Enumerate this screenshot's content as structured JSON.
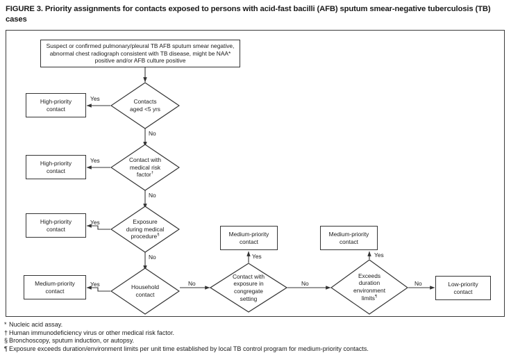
{
  "figure": {
    "title": "FIGURE 3. Priority assignments for contacts exposed to persons with acid-fast bacilli (AFB) sputum smear-negative tuberculosis (TB) cases"
  },
  "chart_data": {
    "type": "diagram",
    "diagram_kind": "flowchart",
    "title": "FIGURE 3. Priority assignments for contacts exposed to persons with acid-fast bacilli (AFB) sputum smear-negative tuberculosis (TB) cases",
    "nodes": [
      {
        "id": "start",
        "shape": "rect",
        "text": "Suspect or confirmed pulmonary/pleural TB AFB sputum smear negative, abnormal chest radiograph consistent with TB disease, might be NAA* positive and/or AFB culture positive"
      },
      {
        "id": "d1",
        "shape": "diamond",
        "text": "Contacts aged <5 yrs"
      },
      {
        "id": "r1",
        "shape": "rect",
        "text": "High-priority contact"
      },
      {
        "id": "d2",
        "shape": "diamond",
        "text": "Contact with medical risk factor†"
      },
      {
        "id": "r2",
        "shape": "rect",
        "text": "High-priority contact"
      },
      {
        "id": "d3",
        "shape": "diamond",
        "text": "Exposure during medical procedure§"
      },
      {
        "id": "r3",
        "shape": "rect",
        "text": "High-priority contact"
      },
      {
        "id": "d4",
        "shape": "diamond",
        "text": "Household contact"
      },
      {
        "id": "r4",
        "shape": "rect",
        "text": "Medium-priority contact"
      },
      {
        "id": "d5",
        "shape": "diamond",
        "text": "Contact with exposure in congregate setting"
      },
      {
        "id": "r5",
        "shape": "rect",
        "text": "Medium-priority contact"
      },
      {
        "id": "d6",
        "shape": "diamond",
        "text": "Exceeds duration environment limits¶"
      },
      {
        "id": "r6",
        "shape": "rect",
        "text": "Medium-priority contact"
      },
      {
        "id": "r7",
        "shape": "rect",
        "text": "Low-priority contact"
      }
    ],
    "edges": [
      {
        "from": "start",
        "to": "d1",
        "label": ""
      },
      {
        "from": "d1",
        "to": "r1",
        "label": "Yes"
      },
      {
        "from": "d1",
        "to": "d2",
        "label": "No"
      },
      {
        "from": "d2",
        "to": "r2",
        "label": "Yes"
      },
      {
        "from": "d2",
        "to": "d3",
        "label": "No"
      },
      {
        "from": "d3",
        "to": "r3",
        "label": "Yes"
      },
      {
        "from": "d3",
        "to": "d4",
        "label": "No"
      },
      {
        "from": "d4",
        "to": "r4",
        "label": "Yes"
      },
      {
        "from": "d4",
        "to": "d5",
        "label": "No"
      },
      {
        "from": "d5",
        "to": "r5",
        "label": "Yes"
      },
      {
        "from": "d5",
        "to": "d6",
        "label": "No"
      },
      {
        "from": "d6",
        "to": "r6",
        "label": "Yes"
      },
      {
        "from": "d6",
        "to": "r7",
        "label": "No"
      }
    ]
  },
  "nodes": {
    "start": "Suspect or confirmed pulmonary/pleural TB AFB sputum smear negative, abnormal chest radiograph consistent with TB disease, might be NAA* positive and/or AFB culture positive",
    "d1_l1": "Contacts",
    "d1_l2": "aged <5 yrs",
    "r1_l1": "High-priority",
    "r1_l2": "contact",
    "d2_l1": "Contact with",
    "d2_l2": "medical risk",
    "d2_l3": "factor",
    "d2_mark": "†",
    "r2_l1": "High-priority",
    "r2_l2": "contact",
    "d3_l1": "Exposure",
    "d3_l2": "during medical",
    "d3_l3": "procedure",
    "d3_mark": "§",
    "r3_l1": "High-priority",
    "r3_l2": "contact",
    "d4_l1": "Household",
    "d4_l2": "contact",
    "r4_l1": "Medium-priority",
    "r4_l2": "contact",
    "d5_l1": "Contact with",
    "d5_l2": "exposure in",
    "d5_l3": "congregate",
    "d5_l4": "setting",
    "r5_l1": "Medium-priority",
    "r5_l2": "contact",
    "d6_l1": "Exceeds",
    "d6_l2": "duration",
    "d6_l3": "environment",
    "d6_l4": "limits",
    "d6_mark": "¶",
    "r6_l1": "Medium-priority",
    "r6_l2": "contact",
    "r7_l1": "Low-priority",
    "r7_l2": "contact"
  },
  "edge_labels": {
    "yes1": "Yes",
    "no1": "No",
    "yes2": "Yes",
    "no2": "No",
    "yes3": "Yes",
    "no3": "No",
    "yes4": "Yes",
    "no4": "No",
    "yes5": "Yes",
    "no5": "No",
    "yes6": "Yes",
    "no6": "No"
  },
  "footnotes": [
    {
      "marker": "*",
      "text": "Nucleic acid assay."
    },
    {
      "marker": "†",
      "text": "Human immunodeficiency virus or other medical risk factor."
    },
    {
      "marker": "§",
      "text": "Bronchoscopy, sputum induction, or autopsy."
    },
    {
      "marker": "¶",
      "text": "Exposure exceeds duration/environment limits per unit time established by local TB control program for medium-priority contacts."
    }
  ],
  "colors": {
    "stroke": "#333333",
    "text": "#1a1a1a",
    "background": "#ffffff",
    "frame": "#3a3a3a"
  }
}
